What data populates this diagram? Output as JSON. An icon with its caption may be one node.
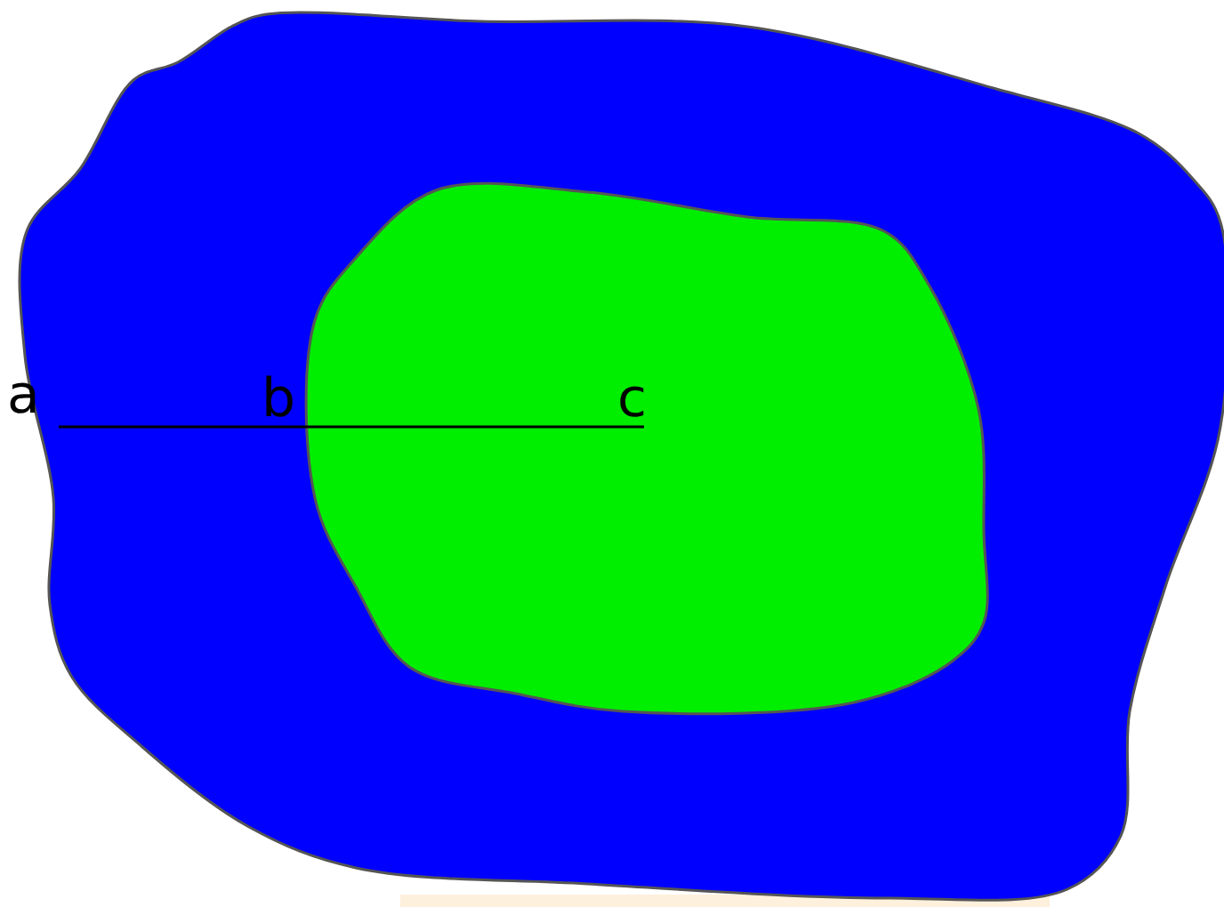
{
  "diagram": {
    "nodes": [
      {
        "text": [],
        "shape": "blob"
      },
      {
        "text": [],
        "shape": "blob",
        "in": 0
      }
    ],
    "labels": [
      "a",
      "b",
      "c"
    ]
  }
}
